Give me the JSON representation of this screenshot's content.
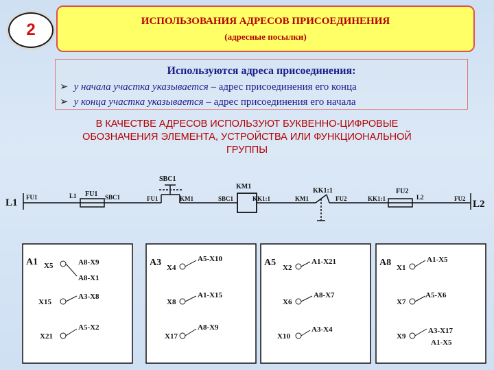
{
  "slide_number": "2",
  "title": {
    "line1": "ИСПОЛЬЗОВАНИЯ АДРЕСОВ ПРИСОЕДИНЕНИЯ",
    "line2": "(адресные посылки)"
  },
  "rules": {
    "heading": "Используются адреса присоединения:",
    "bullet1_italic": "у начала участка указывается",
    "bullet1_rest": " – адрес  присоединения его конца",
    "bullet2_italic": "у конца участка указывается",
    "bullet2_rest": "  – адрес присоединения его  начала"
  },
  "addressing_note": {
    "line1": "В КАЧЕСТВЕ АДРЕСОВ ИСПОЛЬЗУЮТ БУКВЕННО-ЦИФРОВЫЕ",
    "line2": "ОБОЗНАЧЕНИЯ ЭЛЕМЕНТА, УСТРОЙСТВА ИЛИ ФУНКЦИОНАЛЬНОЙ",
    "line3": "ГРУППЫ"
  },
  "circuit": {
    "start": "L1",
    "end": "L2",
    "labels": {
      "fu1_a": "FU1",
      "l1": "L1",
      "fu1_symbol": "FU1",
      "sbc1_a": "SBC1",
      "sbc1_symbol": "SBC1",
      "fu1_b": "FU1",
      "km1_a": "KM1",
      "sbc1_b": "SBC1",
      "km1_symbol": "KM1",
      "kk11_a": "KK1:1",
      "km1_b": "KM1",
      "kk11_symbol": "KK1:1",
      "fu2_a": "FU2",
      "kk11_b": "KK1:1",
      "fu2_symbol": "FU2",
      "l2": "L2",
      "fu2_b": "FU2"
    }
  },
  "blocks": {
    "a1": {
      "name": "A1",
      "t1": "X5",
      "t2": "X15",
      "t3": "X21",
      "w1": "A8-X9",
      "w1b": "A8-X1",
      "w2": "A3-X8",
      "w3": "A5-X2"
    },
    "a3": {
      "name": "A3",
      "t1": "X4",
      "t2": "X8",
      "t3": "X17",
      "w1": "A5-X10",
      "w2": "A1-X15",
      "w3": "A8-X9"
    },
    "a5": {
      "name": "A5",
      "t1": "X2",
      "t2": "X6",
      "t3": "X10",
      "w1": "A1-X21",
      "w2": "A8-X7",
      "w3": "A3-X4"
    },
    "a8": {
      "name": "A8",
      "t1": "X1",
      "t2": "X7",
      "t3": "X9",
      "w1": "A1-X5",
      "w2": "A5-X6",
      "w3": "A3-X17",
      "w3b": "A1-X5"
    }
  },
  "colors": {
    "title_fill": "#ffff66",
    "accent_red": "#b30000",
    "text_blue": "#1b1b8a"
  }
}
